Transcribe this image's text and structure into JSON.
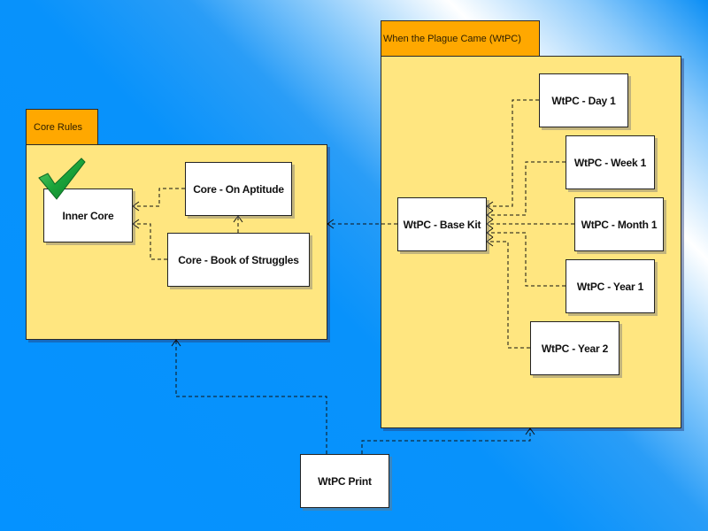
{
  "diagram": {
    "type": "uml-package-dependency",
    "packages": [
      {
        "id": "core-rules",
        "label": "Core Rules"
      },
      {
        "id": "wtpc",
        "label": "When the Plague Came (WtPC)"
      }
    ],
    "nodes": [
      {
        "id": "inner-core",
        "label": "Inner Core",
        "package": "core-rules",
        "status_icon": "checkmark-icon"
      },
      {
        "id": "core-on-aptitude",
        "label": "Core - On Aptitude",
        "package": "core-rules"
      },
      {
        "id": "core-book-of-struggles",
        "label": "Core - Book of Struggles",
        "package": "core-rules"
      },
      {
        "id": "wtpc-base-kit",
        "label": "WtPC - Base Kit",
        "package": "wtpc"
      },
      {
        "id": "wtpc-day-1",
        "label": "WtPC - Day 1",
        "package": "wtpc"
      },
      {
        "id": "wtpc-week-1",
        "label": "WtPC - Week 1",
        "package": "wtpc"
      },
      {
        "id": "wtpc-month-1",
        "label": "WtPC - Month 1",
        "package": "wtpc"
      },
      {
        "id": "wtpc-year-1",
        "label": "WtPC - Year 1",
        "package": "wtpc"
      },
      {
        "id": "wtpc-year-2",
        "label": "WtPC - Year 2",
        "package": "wtpc"
      },
      {
        "id": "wtpc-print",
        "label": "WtPC Print",
        "package": null
      }
    ],
    "dependencies": [
      {
        "from": "core-on-aptitude",
        "to": "inner-core",
        "style": "dashed"
      },
      {
        "from": "core-book-of-struggles",
        "to": "inner-core",
        "style": "dashed"
      },
      {
        "from": "core-book-of-struggles",
        "to": "core-on-aptitude",
        "style": "dashed"
      },
      {
        "from": "wtpc-base-kit",
        "to": "core-rules",
        "style": "dashed"
      },
      {
        "from": "wtpc-day-1",
        "to": "wtpc-base-kit",
        "style": "dashed"
      },
      {
        "from": "wtpc-week-1",
        "to": "wtpc-base-kit",
        "style": "dashed"
      },
      {
        "from": "wtpc-month-1",
        "to": "wtpc-base-kit",
        "style": "dashed"
      },
      {
        "from": "wtpc-year-1",
        "to": "wtpc-base-kit",
        "style": "dashed"
      },
      {
        "from": "wtpc-year-2",
        "to": "wtpc-base-kit",
        "style": "dashed"
      },
      {
        "from": "wtpc-print",
        "to": "core-rules",
        "style": "dashed"
      },
      {
        "from": "wtpc-print",
        "to": "wtpc",
        "style": "dashed"
      }
    ]
  },
  "colors": {
    "package_tab": "#ffa800",
    "package_body": "#ffe680",
    "node_fill": "#ffffff",
    "checkmark": "#1aa33a"
  }
}
